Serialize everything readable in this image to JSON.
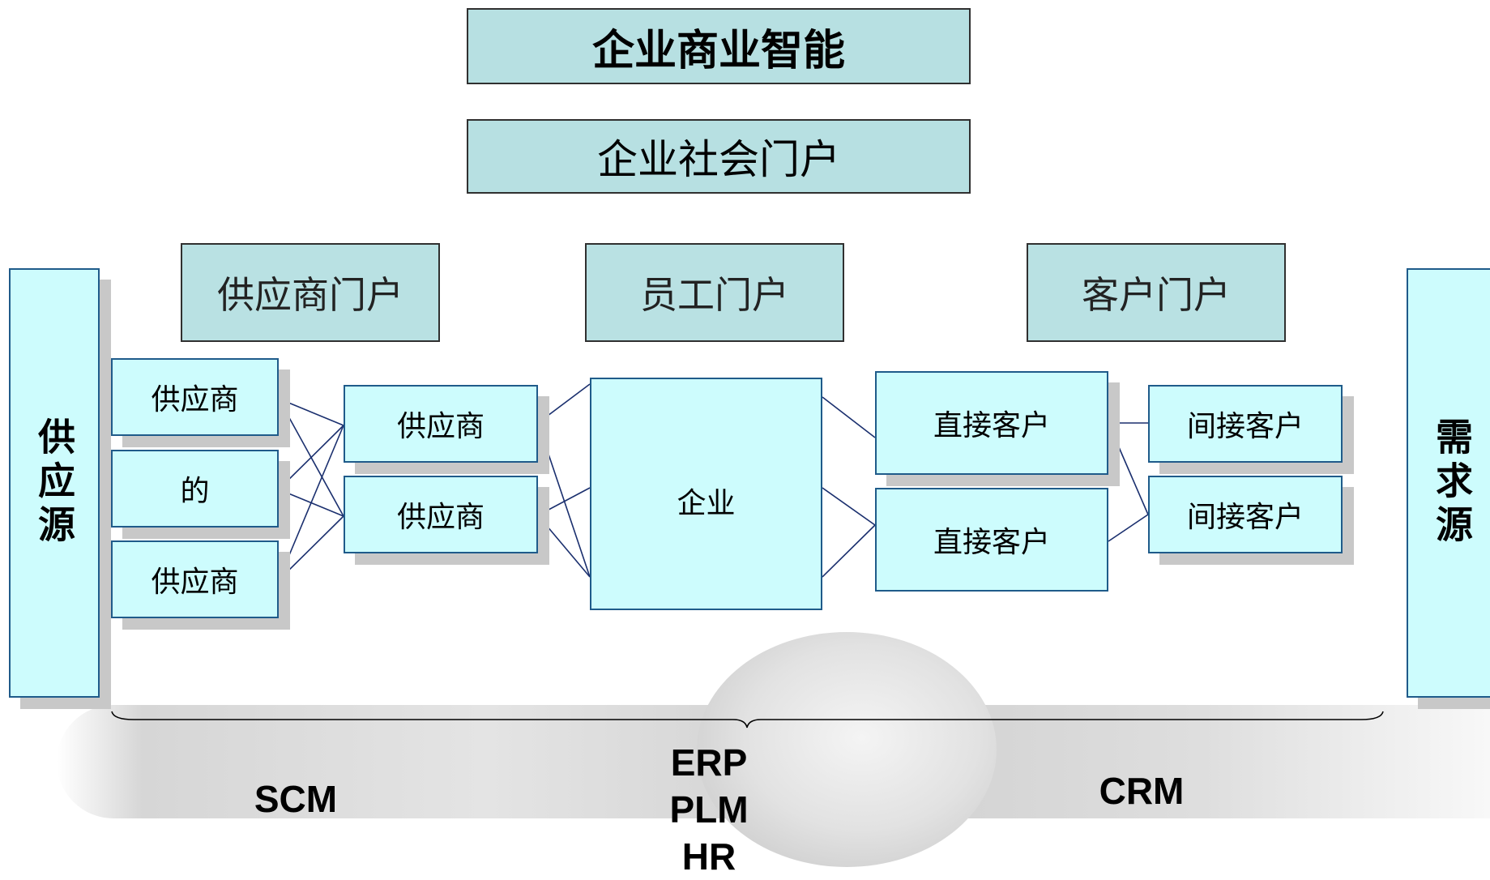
{
  "top": {
    "bi": "企业商业智能",
    "social_portal": "企业社会门户"
  },
  "portals": {
    "supplier": "供应商门户",
    "employee": "员工门户",
    "customer": "客户门户"
  },
  "sides": {
    "left": "供应源",
    "right": "需求源"
  },
  "suppliers_left": [
    "供应商",
    "的",
    "供应商"
  ],
  "suppliers_mid": [
    "供应商",
    "供应商"
  ],
  "enterprise": "企业",
  "direct_customers": [
    "直接客户",
    "直接客户"
  ],
  "indirect_customers": [
    "间接客户",
    "间接客户"
  ],
  "systems": {
    "scm": "SCM",
    "erp": "ERP",
    "plm": "PLM",
    "hr": "HR",
    "crm": "CRM"
  },
  "colors": {
    "header_fill": "#b7e0e2",
    "node_fill": "#cdfcfd",
    "node_border": "#1f5b8a",
    "connector": "#1a2f6e"
  }
}
